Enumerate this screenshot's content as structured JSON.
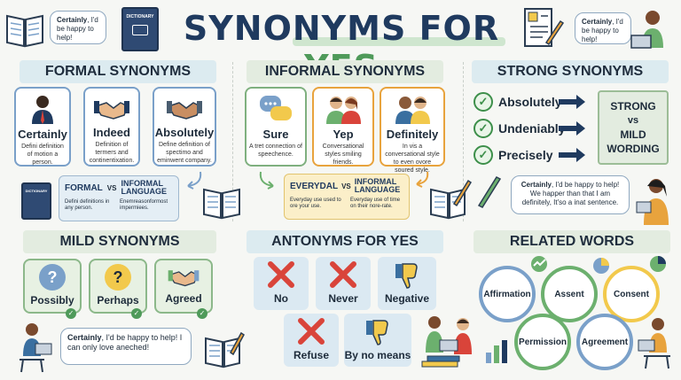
{
  "title": {
    "prefix": "SYNONYMS FOR ",
    "highlight": "YES"
  },
  "top_bubbles": {
    "left": {
      "bold": "Certainly",
      "rest": ", I'd be happy to help!"
    },
    "right": {
      "bold": "Certainly",
      "rest": ", I'd be happy to help!"
    }
  },
  "dictionary_label": "DICTIONARY",
  "formal": {
    "heading": "FORMAL SYNONYMS",
    "cards": [
      {
        "label": "Certainly",
        "desc": "Defini definition of motion a person."
      },
      {
        "label": "Indeed",
        "desc": "Definition of termers and continentixation."
      },
      {
        "label": "Absolutely",
        "desc": "Define definition of spectimo and eminwent company."
      }
    ],
    "compare": {
      "left": "FORMAL",
      "vs": "VS",
      "right": "INFORMAL LANGUAGE",
      "left_desc": "Defini definitions in any person.",
      "right_desc": "Enemreasonformost impermiees."
    }
  },
  "informal": {
    "heading": "INFORMAL SYNONYMS",
    "cards": [
      {
        "label": "Sure",
        "desc": "A tret connection of speechence."
      },
      {
        "label": "Yep",
        "desc": "Conversational styles smiling friends."
      },
      {
        "label": "Definitely",
        "desc": "In vis a conversational style to even ovore soured style."
      }
    ],
    "compare": {
      "left": "EVERYDAL",
      "vs": "VS",
      "right": "INFORMAL LANGUAGE",
      "left_desc": "Everyday use used to ore your use.",
      "right_desc": "Everyday use of time on their nore-rate."
    }
  },
  "strong": {
    "heading": "STRONG SYNONYMS",
    "items": [
      "Absolutely",
      "Undeniably",
      "Precisely"
    ],
    "box": {
      "line1": "STRONG",
      "line2": "vs",
      "line3": "MILD",
      "line4": "WORDING"
    },
    "bubble": {
      "bold": "Certainly",
      "rest": ", I'd be happy to help! We happer than that I am definitely, It'so a inat sentence."
    }
  },
  "mild": {
    "heading": "MILD SYNONYMS",
    "cards": [
      "Possibly",
      "Perhaps",
      "Agreed"
    ],
    "bubble": {
      "bold": "Certainly",
      "rest": ", I'd be happy to help! I can only love aneched!"
    }
  },
  "antonyms": {
    "heading": "ANTONYMS FOR YES",
    "cards": [
      "No",
      "Never",
      "Negative",
      "Refuse",
      "By no means"
    ]
  },
  "related": {
    "heading": "RELATED WORDS",
    "words": [
      "Affirmation",
      "Assent",
      "Consent",
      "Permission",
      "Agreement"
    ]
  },
  "colors": {
    "navy": "#1f3a5f",
    "green": "#4f9a5a",
    "red": "#d9443a",
    "blue_border": "#7aa0c9",
    "orange_border": "#e8a33d"
  }
}
